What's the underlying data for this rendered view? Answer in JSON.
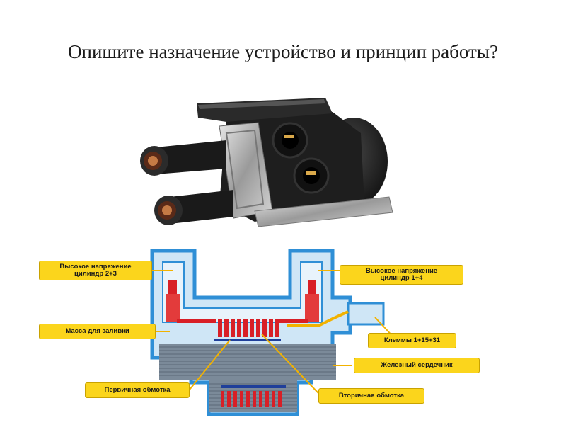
{
  "slide": {
    "title": "Опишите назначение устройство и принцип работы?"
  },
  "diagram": {
    "labels": {
      "hv_left_1": "Высокое напряжение",
      "hv_left_2": "цилиндр  2+3",
      "hv_right_1": "Высокое напряжение",
      "hv_right_2": "цилиндр  1+4",
      "fill_mass": "Масса для заливки",
      "terminals": "Клеммы 1+15+31",
      "iron_core": "Железный сердечник",
      "primary_winding": "Первичная обмотка",
      "secondary_winding": "Вторичная обмотка"
    }
  },
  "colors": {
    "housing": "#2f8fd6",
    "housing_light": "#cfe6f6",
    "core": "#7b8a99",
    "winding_red": "#d81f26",
    "winding_blue": "#1f3f9a",
    "label_bg": "#fbd51c",
    "leader": "#f2b200"
  }
}
